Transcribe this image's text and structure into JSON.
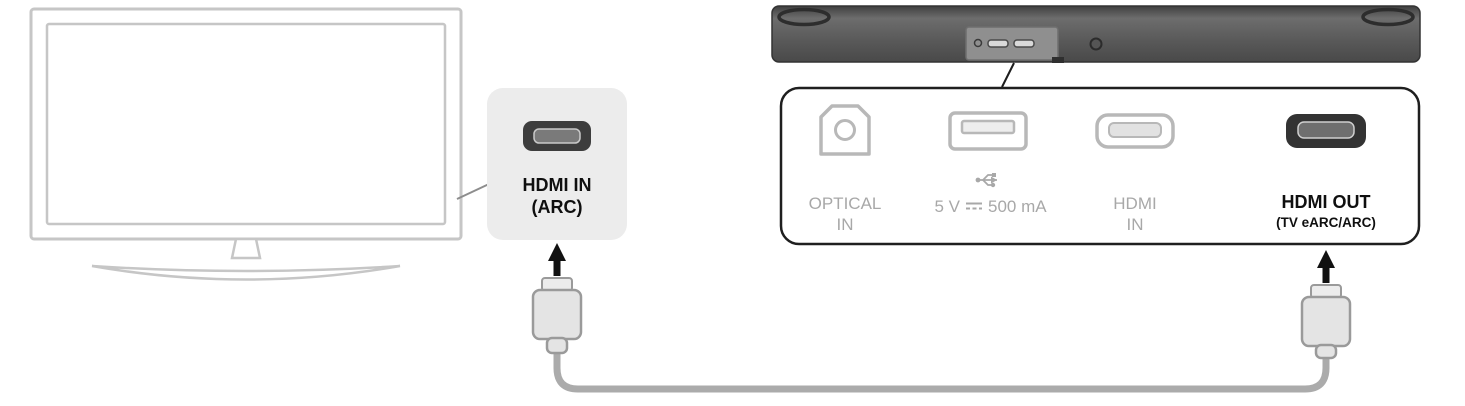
{
  "diagram": {
    "description": "TV to soundbar HDMI ARC connection diagram",
    "tv_callout": {
      "line1": "HDMI IN",
      "line2": "(ARC)"
    },
    "rear_panel": {
      "optical": {
        "line1": "OPTICAL",
        "line2": "IN"
      },
      "usb": {
        "label": "5 V ⎓ 500 mA",
        "volt": "5 V",
        "current": "500 mA"
      },
      "hdmi_in": {
        "line1": "HDMI",
        "line2": "IN"
      },
      "hdmi_out": {
        "line1": "HDMI OUT",
        "line2": "(TV eARC/ARC)"
      }
    },
    "icons": {
      "tv": "tv-illustration",
      "soundbar": "soundbar-illustration",
      "hdmi_port": "hdmi-port-icon",
      "optical_port": "optical-port-icon",
      "usb_port": "usb-port-icon",
      "usb_trident": "usb-symbol-icon",
      "dc_symbol": "dc-symbol-icon",
      "up_arrow": "up-arrow-icon",
      "hdmi_plug": "hdmi-cable-connector",
      "cable": "hdmi-cable"
    },
    "colors": {
      "tv_outline": "#c6c6c6",
      "inactive_gray": "#b8b8b8",
      "label_gray": "#a8a8a8",
      "active_black": "#111111",
      "cable_gray": "#ababab",
      "soundbar_dark": "#565656",
      "callout_fill": "#ececec"
    }
  }
}
